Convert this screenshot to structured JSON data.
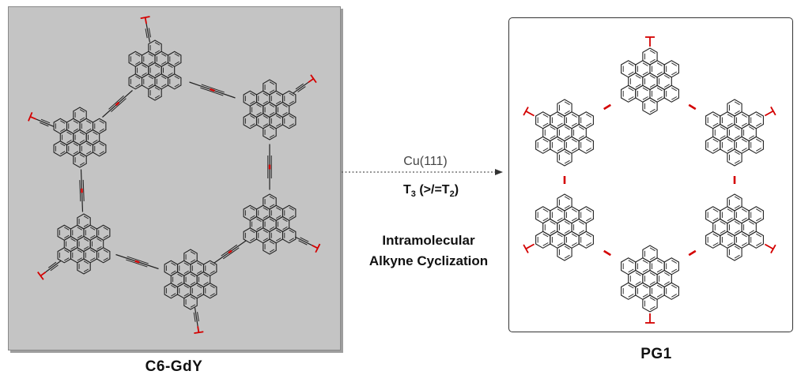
{
  "labels": {
    "left_caption": "C6-GdY",
    "right_caption": "PG1",
    "catalyst": "Cu(111)",
    "temp_prefix": "T",
    "temp_sub1": "3",
    "temp_mid": " (>/=T",
    "temp_sub2": "2",
    "temp_suffix": ")",
    "process_line1": "Intramolecular",
    "process_line2": "Alkyne Cyclization"
  },
  "colors": {
    "left_background": "#c4c4c4",
    "bond": "#222222",
    "highlight_bond": "#d40000",
    "arrow": "#555555"
  }
}
